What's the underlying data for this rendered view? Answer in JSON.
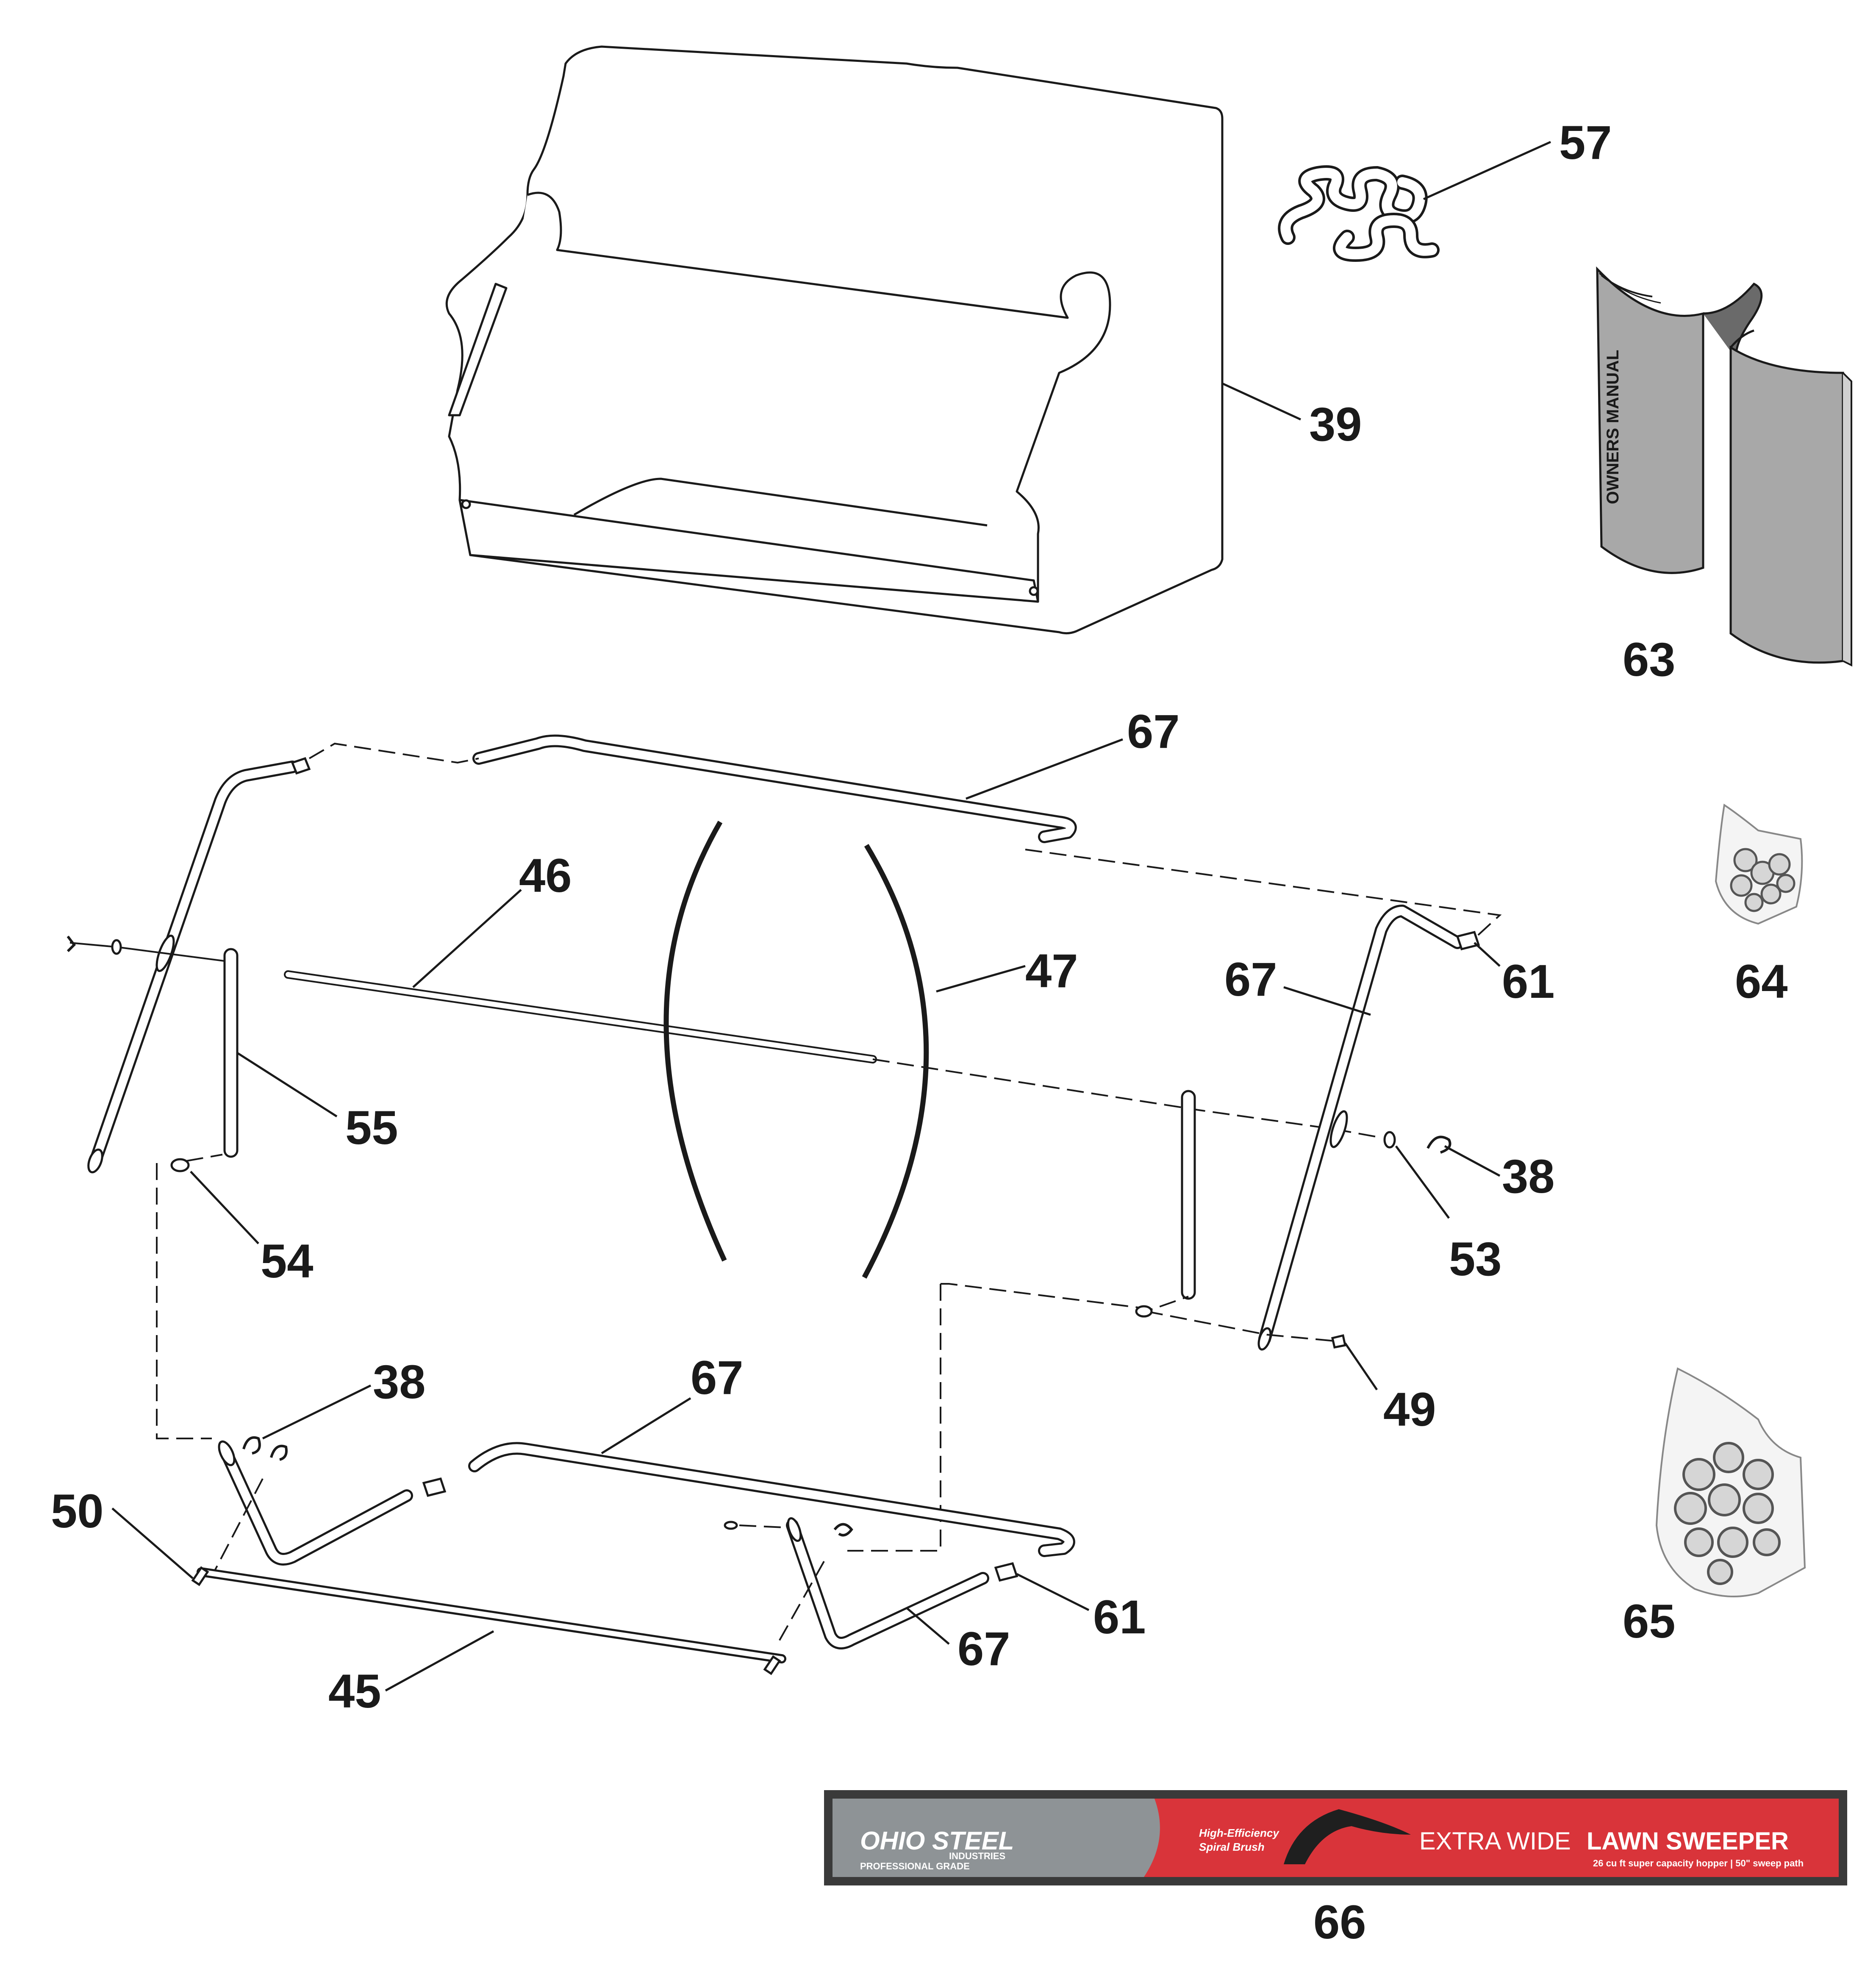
{
  "labels": {
    "p39": "39",
    "p57": "57",
    "p63": "63",
    "p64": "64",
    "p65": "65",
    "p66": "66",
    "p67a": "67",
    "p67b": "67",
    "p67c": "67",
    "p67d": "67",
    "p46": "46",
    "p47": "47",
    "p55": "55",
    "p54": "54",
    "p61a": "61",
    "p61b": "61",
    "p38a": "38",
    "p38b": "38",
    "p53": "53",
    "p49": "49",
    "p50": "50",
    "p45": "45"
  },
  "manual": {
    "cover_text": "OWNERS MANUAL"
  },
  "banner": {
    "brand_a": "OHIO",
    "brand_b": "STEEL",
    "brand_sub": "INDUSTRIES",
    "grade": "PROFESSIONAL GRADE",
    "feature_line1": "High-Efficiency",
    "feature_line2": "Spiral Brush",
    "title_a": "EXTRA WIDE",
    "title_b": "LAWN SWEEPER",
    "subtitle": "26 cu ft super capacity hopper | 50\" sweep path"
  },
  "colors": {
    "banner_gray": "#8e9396",
    "banner_red": "#d9343a",
    "banner_frame": "#3a3a3a",
    "manual_gray": "#a8a8a8"
  }
}
